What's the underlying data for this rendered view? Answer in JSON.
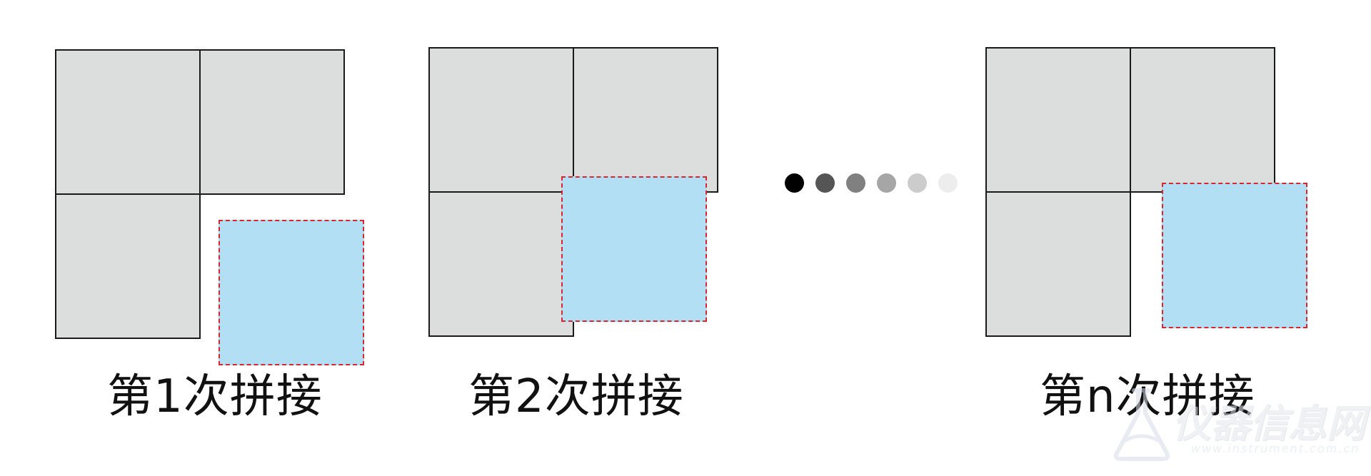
{
  "colors": {
    "tile_fill": "#dcdddd",
    "tile_border": "#1a1a1a",
    "new_tile_fill": "#b3dff5",
    "new_tile_border": "#d7262e"
  },
  "panels": [
    {
      "caption": "第1次拼接"
    },
    {
      "caption": "第2次拼接"
    },
    {
      "caption": "第n次拼接"
    }
  ],
  "ellipsis_dots": [
    "#000000",
    "#555555",
    "#808080",
    "#a6a6a6",
    "#cccccc",
    "#ededed"
  ],
  "watermark": {
    "text": "仪器信息网",
    "url": "www.instrument.com.cn"
  }
}
